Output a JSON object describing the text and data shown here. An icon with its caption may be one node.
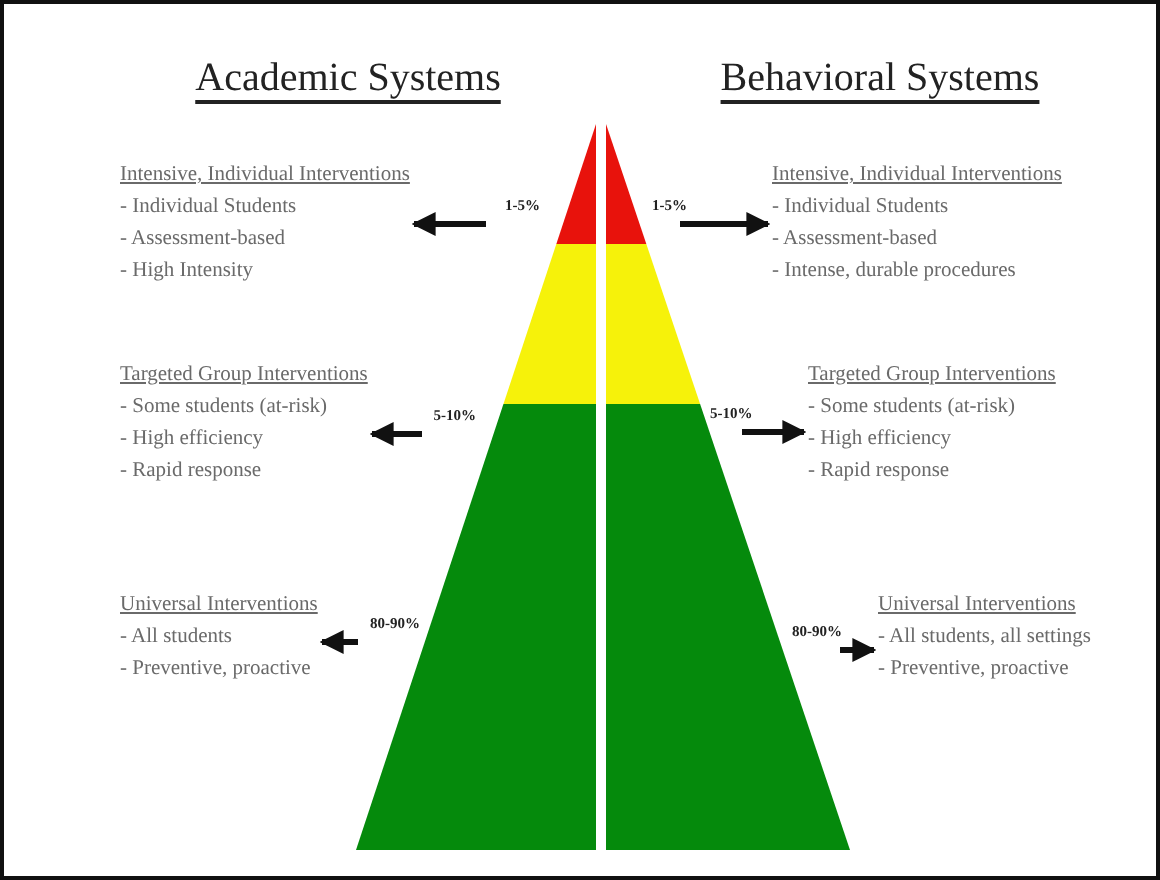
{
  "diagram": {
    "nodes": [
      {
        "text": [
          "Intensive, Individual Interventions",
          "- Individual Students",
          "- Assessment-based",
          "- High Intensity"
        ]
      },
      {
        "text": [
          "1-5%"
        ]
      },
      {
        "text": [
          "1-5%"
        ]
      },
      {
        "text": [
          "Intensive, Individual Interventions",
          "- Individual Students",
          "- Assessment-based",
          "- Intense, durable procedures"
        ]
      },
      {
        "text": [
          "Targeted Group Interventions",
          "- Some students (at-risk)",
          "- High efficiency",
          "- Rapid response"
        ]
      },
      {
        "text": [
          "5-10%"
        ]
      },
      {
        "text": [
          "5-10%"
        ]
      },
      {
        "text": [
          "Targeted Group Interventions",
          "- Some students (at-risk)",
          "- High efficiency",
          "- Rapid response"
        ]
      },
      {
        "text": [
          "Universal Interventions",
          "- All students",
          "- Preventive, proactive"
        ]
      },
      {
        "text": [
          "80-90%"
        ]
      },
      {
        "text": [
          "80-90%"
        ]
      },
      {
        "text": [
          "Universal Interventions",
          "- All students, all settings",
          "- Preventive, proactive"
        ]
      }
    ],
    "edges": [
      {
        "from": 1,
        "to": 0,
        "arrow": "to"
      },
      {
        "from": 2,
        "to": 3,
        "arrow": "to"
      },
      {
        "from": 5,
        "to": 4,
        "arrow": "to"
      },
      {
        "from": 6,
        "to": 7,
        "arrow": "to"
      },
      {
        "from": 9,
        "to": 8,
        "arrow": "to"
      },
      {
        "from": 10,
        "to": 11,
        "arrow": "to"
      }
    ],
    "labels": [
      "Academic Systems",
      "Behavioral Systems"
    ]
  }
}
